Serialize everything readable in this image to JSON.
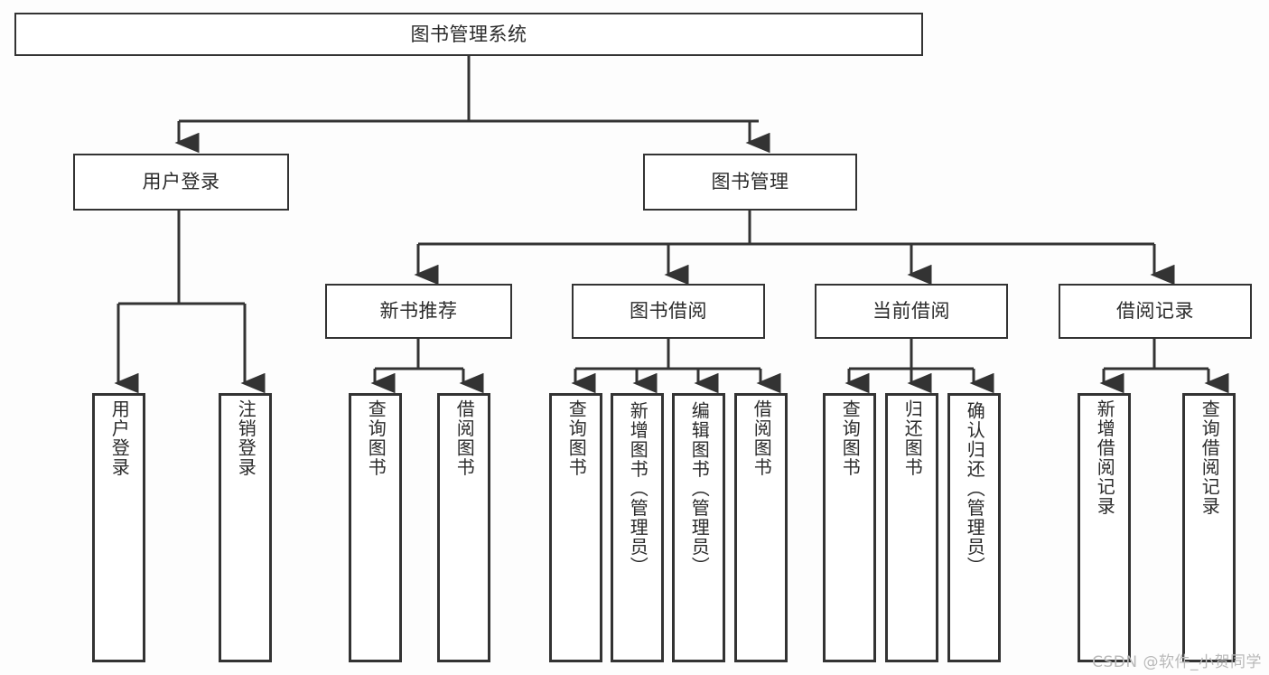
{
  "diagram": {
    "title_node": {
      "label": "图书管理系统"
    },
    "level2": [
      {
        "id": "user-login",
        "label": "用户登录"
      },
      {
        "id": "book-management",
        "label": "图书管理"
      }
    ],
    "level3": [
      {
        "id": "new-book-recommend",
        "label": "新书推荐"
      },
      {
        "id": "book-borrow",
        "label": "图书借阅"
      },
      {
        "id": "current-borrow",
        "label": "当前借阅"
      },
      {
        "id": "borrow-record",
        "label": "借阅记录"
      }
    ],
    "leaves": {
      "user_login": [
        {
          "id": "leaf-user-login",
          "label": "用户登录"
        },
        {
          "id": "leaf-logout-login",
          "label": "注销登录"
        }
      ],
      "new_book_recommend": [
        {
          "id": "leaf-query-book-1",
          "label": "查询图书"
        },
        {
          "id": "leaf-borrow-book-1",
          "label": "借阅图书"
        }
      ],
      "book_borrow": [
        {
          "id": "leaf-query-book-2",
          "label": "查询图书"
        },
        {
          "id": "leaf-add-book",
          "label": "新增图书（管理员）"
        },
        {
          "id": "leaf-edit-book",
          "label": "编辑图书（管理员）"
        },
        {
          "id": "leaf-borrow-book-2",
          "label": "借阅图书"
        }
      ],
      "current_borrow": [
        {
          "id": "leaf-query-book-3",
          "label": "查询图书"
        },
        {
          "id": "leaf-return-book",
          "label": "归还图书"
        },
        {
          "id": "leaf-confirm-return",
          "label": "确认归还（管理员）"
        }
      ],
      "borrow_record": [
        {
          "id": "leaf-add-borrow-record",
          "label": "新增借阅记录"
        },
        {
          "id": "leaf-query-borrow-record",
          "label": "查询借阅记录"
        }
      ]
    }
  },
  "watermark": {
    "text": "CSDN @软件_小贺同学"
  },
  "colors": {
    "stroke": "#333333",
    "text": "#2b2b2b",
    "background": "#fdfdfd",
    "watermark": "#b9b9b9"
  }
}
